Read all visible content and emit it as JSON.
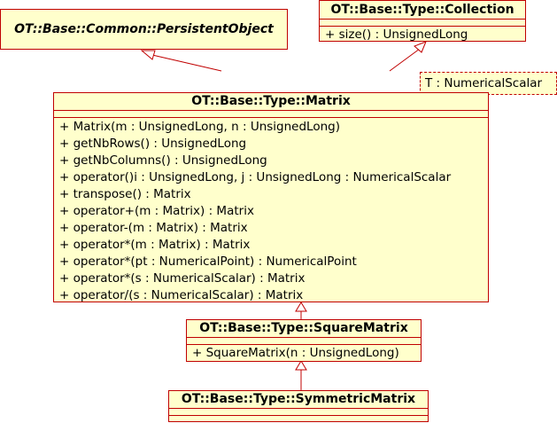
{
  "classes": {
    "persistent": {
      "name": "OT::Base::Common::PersistentObject"
    },
    "collection": {
      "name": "OT::Base::Type::Collection",
      "ops": [
        "+ size() : UnsignedLong"
      ]
    },
    "matrix": {
      "name": "OT::Base::Type::Matrix",
      "template_param": "T : NumericalScalar",
      "ops": [
        "+ Matrix(m : UnsignedLong, n : UnsignedLong)",
        "+ getNbRows() : UnsignedLong",
        "+ getNbColumns() : UnsignedLong",
        "+ operator()i : UnsignedLong, j : UnsignedLong : NumericalScalar",
        "+ transpose() : Matrix",
        "+ operator+(m : Matrix) : Matrix",
        "+ operator-(m : Matrix) : Matrix",
        "+ operator*(m : Matrix) : Matrix",
        "+ operator*(pt : NumericalPoint) : NumericalPoint",
        "+ operator*(s : NumericalScalar) : Matrix",
        "+ operator/(s : NumericalScalar) : Matrix"
      ]
    },
    "square": {
      "name": "OT::Base::Type::SquareMatrix",
      "ops": [
        "+ SquareMatrix(n : UnsignedLong)"
      ]
    },
    "symmetric": {
      "name": "OT::Base::Type::SymmetricMatrix"
    }
  },
  "colors": {
    "border": "#c00000",
    "fill": "#ffffcc"
  }
}
